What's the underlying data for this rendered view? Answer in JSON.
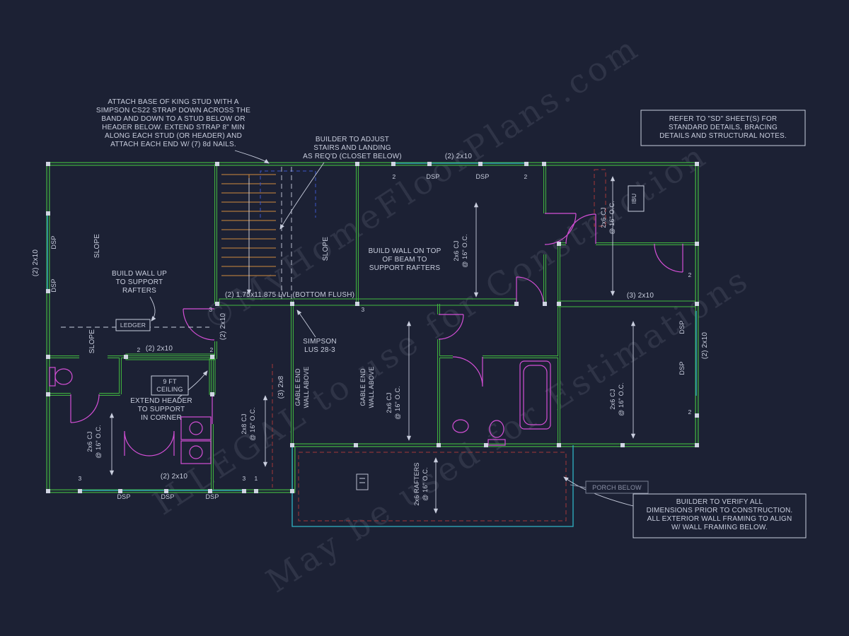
{
  "colors": {
    "background": "#1c2134",
    "walls_green": "#3fae3f",
    "text": "#c9cede",
    "fixtures_magenta": "#d44fd6",
    "porch_cyan": "#2fb3c4",
    "warning_red": "#a23737",
    "stairs_tan": "#cf8a3e"
  },
  "watermarks": {
    "line1": "©MyHomeFloorPlans.com",
    "line2": "ILLEGAL to use for Construction",
    "line3": "May be used for Estimations"
  },
  "notes": {
    "king_stud": [
      "ATTACH BASE OF KING STUD WITH A",
      "SIMPSON CS22 STRAP DOWN ACROSS THE",
      "BAND AND DOWN TO A STUD BELOW OR",
      "HEADER BELOW. EXTEND STRAP 8\" MIN",
      "ALONG EACH STUD (OR HEADER) AND",
      "ATTACH EACH END W/ (7) 8d NAILS."
    ],
    "adjust_stairs": [
      "BUILDER TO ADJUST",
      "STAIRS AND LANDING",
      "AS REQ'D (CLOSET BELOW)"
    ],
    "sd": [
      "REFER TO \"SD\"  SHEET(S) FOR",
      "STANDARD DETAILS, BRACING",
      "DETAILS AND STRUCTURAL NOTES."
    ],
    "verify": [
      "BUILDER TO VERIFY ALL",
      "DIMENSIONS PRIOR TO CONSTRUCTION.",
      "ALL EXTERIOR WALL FRAMING TO ALIGN",
      "W/ WALL FRAMING BELOW."
    ],
    "build_wall_up": [
      "BUILD WALL UP",
      "TO SUPPORT",
      "RAFTERS"
    ],
    "build_wall_beam": [
      "BUILD WALL ON TOP",
      "OF BEAM TO",
      "SUPPORT RAFTERS"
    ],
    "extend_header": [
      "EXTEND HEADER",
      "TO SUPPORT",
      "IN CORNER"
    ],
    "ceiling": [
      "9 FT",
      "CEILING"
    ],
    "simpson": [
      "SIMPSON",
      "LUS 28-3"
    ],
    "ledger": "LEDGER",
    "porch_below": "PORCH BELOW"
  },
  "labels": {
    "lvl": "(2) 1.75x11.875 LVL (BOTTOM FLUSH)",
    "x2_2x10": "(2) 2x10",
    "x3_2x10": "(3) 2x10",
    "x3_2x8": "(3) 2x8",
    "cj26": [
      "2x6 CJ",
      "@ 16\" O.C."
    ],
    "cj28": [
      "2x8 CJ",
      "@ 16\" O.C."
    ],
    "rafters": [
      "2x6 RAFTERS",
      "@ 16\" O.C."
    ],
    "gable": [
      "GABLE END",
      "WALL ABOVE"
    ],
    "dsp": "DSP",
    "slope": "SLOPE",
    "ibu": "IBU",
    "n1": "1",
    "n2": "2",
    "n3": "3"
  }
}
